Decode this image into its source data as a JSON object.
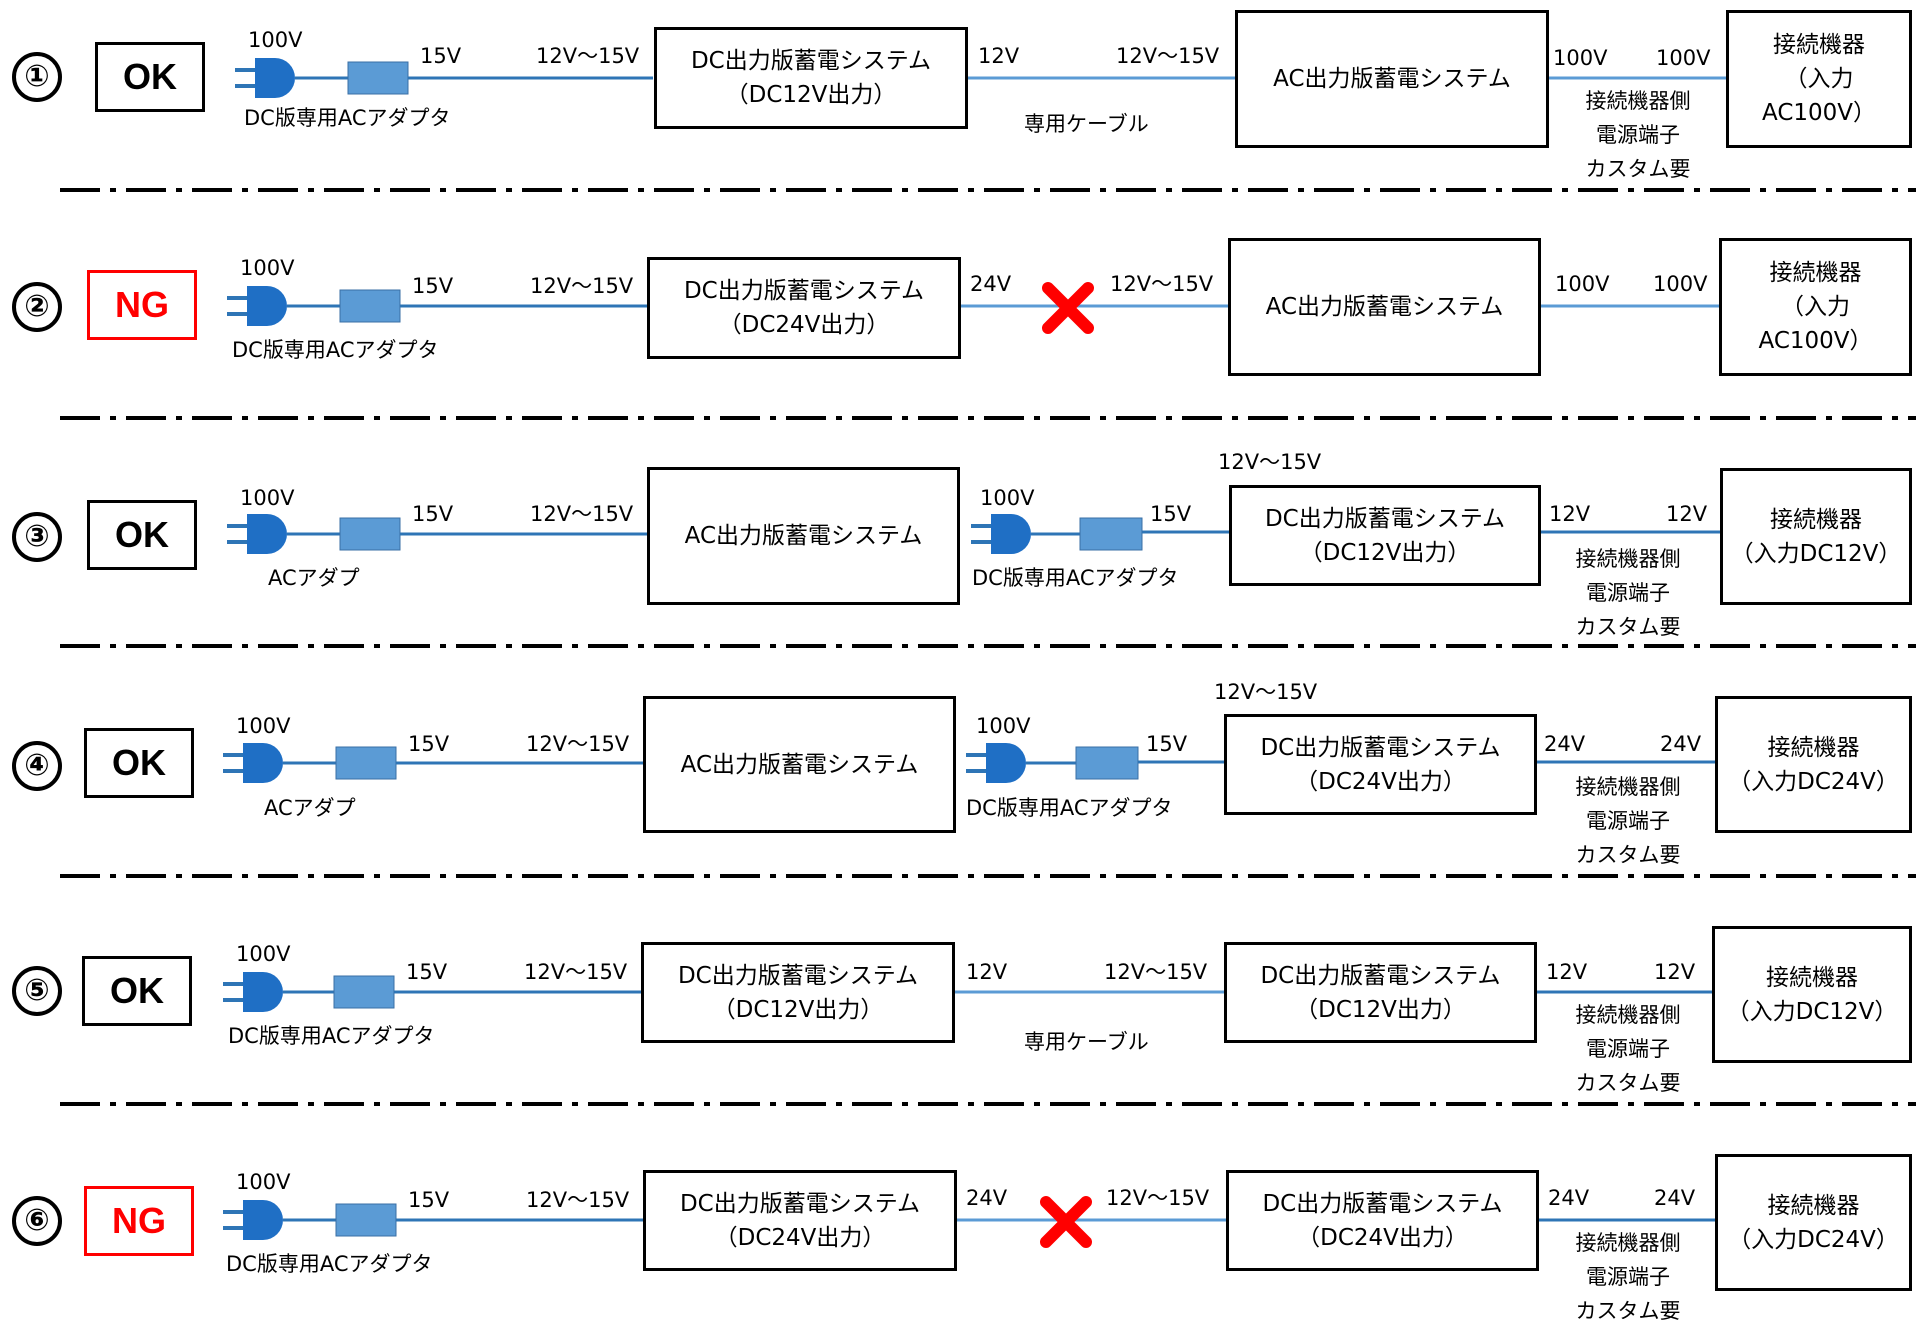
{
  "labels": {
    "v100": "100V",
    "v15": "15V",
    "v12": "12V",
    "v24": "24V",
    "v12_15": "12V〜15V",
    "dc_adapter": "DC版専用ACアダプタ",
    "ac_adapter": "ACアダプ",
    "cable": "専用ケーブル",
    "terminal_1": "接続機器側",
    "terminal_2": "電源端子",
    "terminal_3": "カスタム要"
  },
  "boxes": {
    "dc_storage": "DC出力版蓄電システム",
    "ac_storage": "AC出力版蓄電システム",
    "dc12_out": "（DC12V出力）",
    "dc24_out": "（DC24V出力）",
    "device": "接続機器",
    "in_ac100_a": "（入力",
    "in_ac100_b": "AC100V）",
    "in_dc12": "（入力DC12V）",
    "in_dc24": "（入力DC24V）"
  },
  "rows": [
    {
      "number": "①",
      "verdict": "OK",
      "status": "ok"
    },
    {
      "number": "②",
      "verdict": "NG",
      "status": "ng"
    },
    {
      "number": "③",
      "verdict": "OK",
      "status": "ok"
    },
    {
      "number": "④",
      "verdict": "OK",
      "status": "ok"
    },
    {
      "number": "⑤",
      "verdict": "OK",
      "status": "ok"
    },
    {
      "number": "⑥",
      "verdict": "NG",
      "status": "ng"
    }
  ],
  "colors": {
    "wire": "#2e75b6",
    "adapter": "#5b9bd5",
    "ng": "#ff0000",
    "cross": "#ff0000"
  },
  "icons": {
    "plug": "plug-icon",
    "cross": "cross-icon"
  }
}
